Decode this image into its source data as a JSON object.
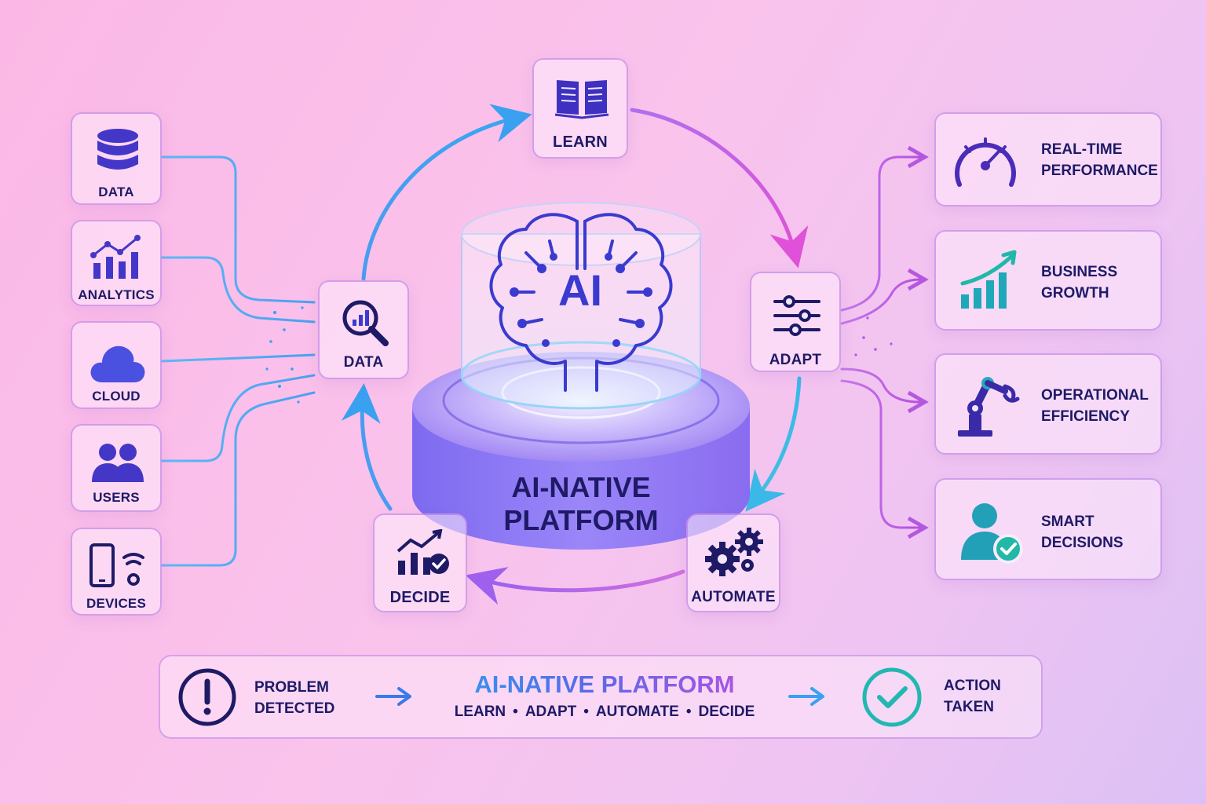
{
  "inputs": [
    {
      "label": "DATA",
      "icon": "database-icon"
    },
    {
      "label": "ANALYTICS",
      "icon": "analytics-chart-icon"
    },
    {
      "label": "CLOUD",
      "icon": "cloud-icon"
    },
    {
      "label": "USERS",
      "icon": "users-icon"
    },
    {
      "label": "DEVICES",
      "icon": "devices-icon"
    }
  ],
  "cycle": {
    "learn": {
      "label": "LEARN",
      "icon": "book-icon"
    },
    "adapt": {
      "label": "ADAPT",
      "icon": "sliders-icon"
    },
    "automate": {
      "label": "AUTOMATE",
      "icon": "gears-icon"
    },
    "decide": {
      "label": "DECIDE",
      "icon": "decision-chart-icon"
    },
    "data": {
      "label": "DATA",
      "icon": "data-search-icon"
    }
  },
  "center": {
    "brain_label": "AI",
    "title_line1": "AI-NATIVE",
    "title_line2": "PLATFORM",
    "icon": "brain-icon"
  },
  "outcomes": [
    {
      "line1": "REAL-TIME",
      "line2": "PERFORMANCE",
      "icon": "speedometer-icon"
    },
    {
      "line1": "BUSINESS",
      "line2": "GROWTH",
      "icon": "growth-chart-icon"
    },
    {
      "line1": "OPERATIONAL",
      "line2": "EFFICIENCY",
      "icon": "robot-arm-icon"
    },
    {
      "line1": "SMART",
      "line2": "DECISIONS",
      "icon": "user-check-icon"
    }
  ],
  "bottom": {
    "problem_line1": "PROBLEM",
    "problem_line2": "DETECTED",
    "title": "AI-NATIVE PLATFORM",
    "steps": [
      "LEARN",
      "ADAPT",
      "AUTOMATE",
      "DECIDE"
    ],
    "action_line1": "ACTION",
    "action_line2": "TAKEN"
  },
  "colors": {
    "navy": "#1e1a66",
    "indigo": "#3a3ad0",
    "blue": "#3aa0f0",
    "purple": "#b050e0",
    "teal": "#20b8b0"
  }
}
